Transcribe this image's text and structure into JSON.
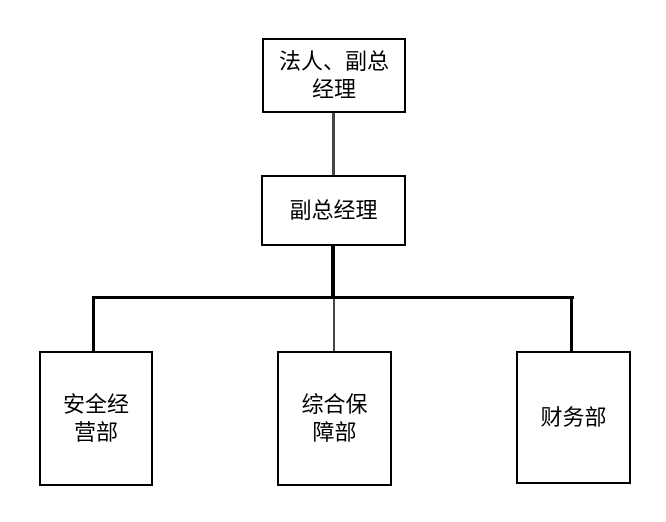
{
  "diagram": {
    "type": "org-chart",
    "background": "#ffffff",
    "nodes": [
      {
        "id": "legal-deputy-gm",
        "label": "法人、副总\n经理",
        "level": 1
      },
      {
        "id": "deputy-gm",
        "label": "副总经理",
        "level": 2
      },
      {
        "id": "safety-operations",
        "label": "安全经\n营部",
        "level": 3
      },
      {
        "id": "general-support",
        "label": "综合保\n障部",
        "level": 3
      },
      {
        "id": "finance",
        "label": "财务部",
        "level": 3
      }
    ],
    "edges": [
      {
        "from": "legal-deputy-gm",
        "to": "deputy-gm"
      },
      {
        "from": "deputy-gm",
        "to": "safety-operations"
      },
      {
        "from": "deputy-gm",
        "to": "general-support"
      },
      {
        "from": "deputy-gm",
        "to": "finance"
      }
    ],
    "colors": {
      "box_border": "#000000",
      "box_fill": "#ffffff",
      "text": "#000000",
      "connector": "#000000",
      "connector_light": "#454545"
    }
  }
}
